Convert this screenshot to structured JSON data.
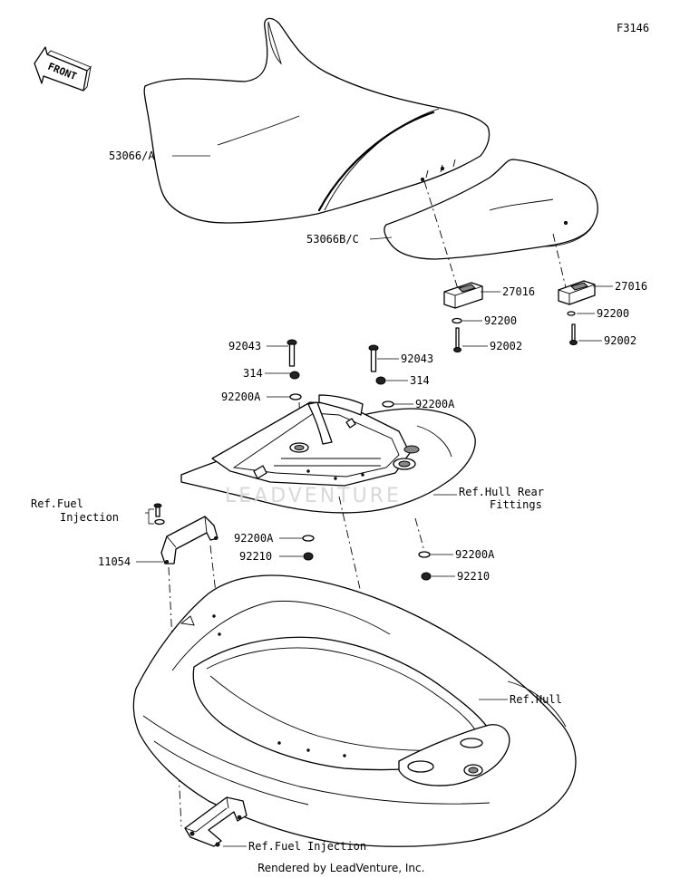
{
  "figure_code": "F3146",
  "front_arrow_label": "FRONT",
  "callouts": {
    "seat_front": "53066/A",
    "seat_rear": "53066B/C",
    "hinge_left": "27016",
    "hinge_right": "27016",
    "washer_hinge_left": "92200",
    "washer_hinge_right": "92200",
    "bolt_hinge_left": "92002",
    "bolt_hinge_right": "92002",
    "bolt_left": "92043",
    "bolt_right": "92043",
    "nut_left": "314",
    "nut_right": "314",
    "washer_left": "92200A",
    "washer_right": "92200A",
    "ref_hull_rear_line1": "Ref.Hull Rear",
    "ref_hull_rear_line2": "Fittings",
    "ref_fuel_top_line1": "Ref.Fuel",
    "ref_fuel_top_line2": "Injection",
    "bracket": "11054",
    "washer_lower_left": "92200A",
    "nut_lower_left": "92210",
    "washer_lower_right": "92200A",
    "nut_lower_right": "92210",
    "ref_hull": "Ref.Hull",
    "ref_fuel_bottom": "Ref.Fuel Injection"
  },
  "watermark": "LEADVENTURE",
  "footer": "Rendered by LeadVenture, Inc."
}
